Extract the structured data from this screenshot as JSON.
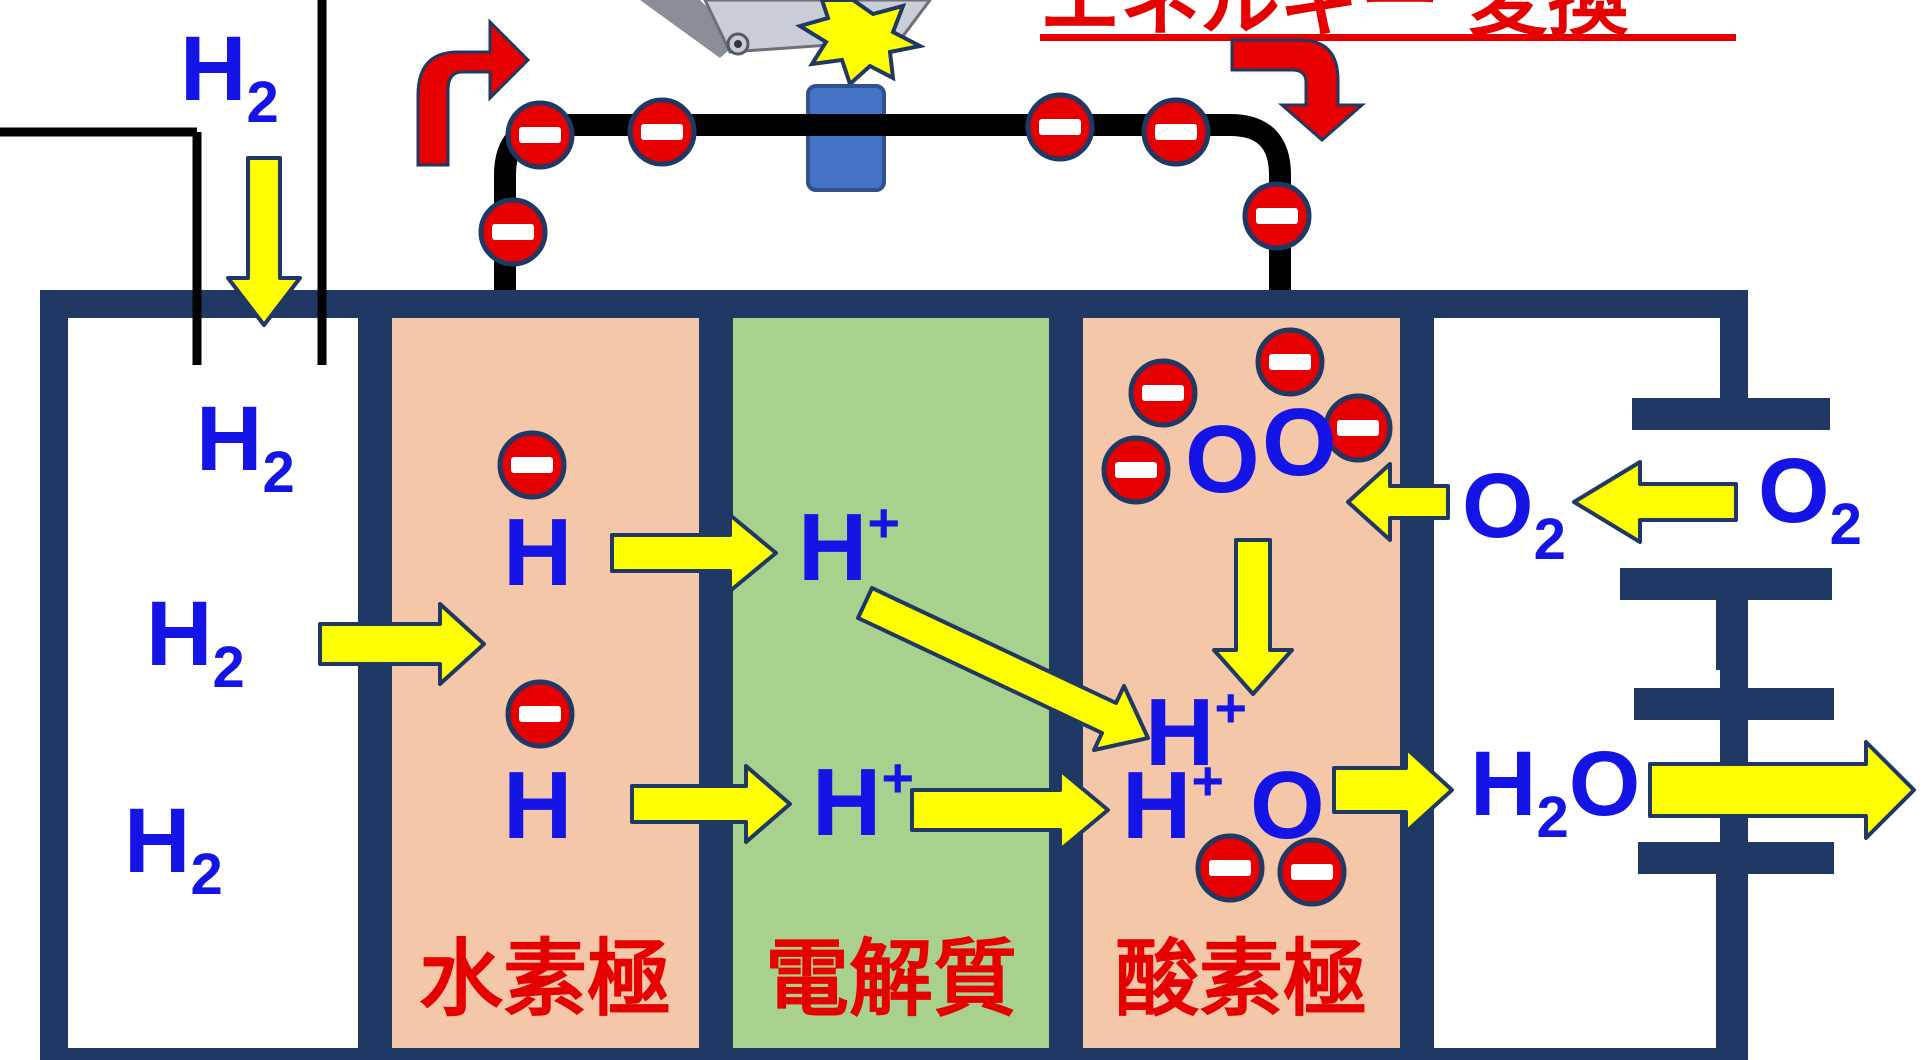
{
  "title": "エネルギー 変換",
  "sections": {
    "hydrogen_electrode": "水素極",
    "electrolyte": "電解質",
    "oxygen_electrode": "酸素極"
  },
  "species": {
    "h2_element": "H",
    "h2_subscript": "2",
    "h_atom": "H",
    "h_ion": "H",
    "plus": "+",
    "o_atom": "O",
    "o2_element": "O",
    "o2_subscript": "2",
    "water_h": "H",
    "water_sub": "2",
    "water_o": "O"
  },
  "electron_symbol": "−",
  "colors": {
    "frame": "#1f3864",
    "hydrogen_electrode_fill": "#f4c7a8",
    "electrolyte_fill": "#a9d18e",
    "oxygen_electrode_fill": "#f4c7a8",
    "arrow_yellow": "#ffff00",
    "arrow_red": "#e60000",
    "label_blue": "#1414e6",
    "label_red": "#e60000",
    "electron_red": "#e60000"
  },
  "icons": {
    "electron": "minus-circle-icon",
    "bulb": "light-bulb-icon",
    "spark": "spark-icon"
  }
}
